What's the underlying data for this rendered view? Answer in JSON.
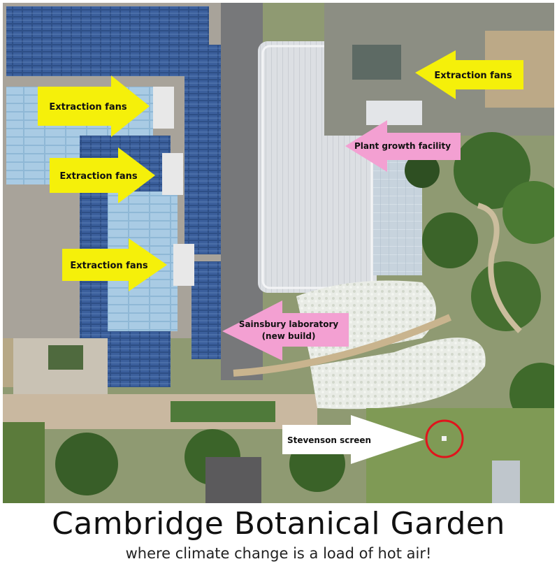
{
  "map": {
    "annotations": [
      {
        "id": "fans-1",
        "text": "Extraction fans",
        "arrow_color": "#f5f00a",
        "direction": "right"
      },
      {
        "id": "fans-2",
        "text": "Extraction fans",
        "arrow_color": "#f5f00a",
        "direction": "right"
      },
      {
        "id": "fans-3",
        "text": "Extraction fans",
        "arrow_color": "#f5f00a",
        "direction": "right"
      },
      {
        "id": "fans-4",
        "text": "Extraction fans",
        "arrow_color": "#f5f00a",
        "direction": "left"
      },
      {
        "id": "plant",
        "text": "Plant growth facility",
        "arrow_color": "#f3a0d2",
        "direction": "left"
      },
      {
        "id": "sainsbury",
        "text": "Sainsbury laboratory",
        "text2": "(new build)",
        "arrow_color": "#f3a0d2",
        "direction": "left"
      },
      {
        "id": "stevenson",
        "text": "Stevenson screen",
        "arrow_color": "#ffffff",
        "direction": "right"
      }
    ],
    "marker_color": "#e0141c"
  },
  "caption": {
    "title": "Cambridge Botanical Garden",
    "subtitle": "where climate change is a load of hot air!"
  }
}
